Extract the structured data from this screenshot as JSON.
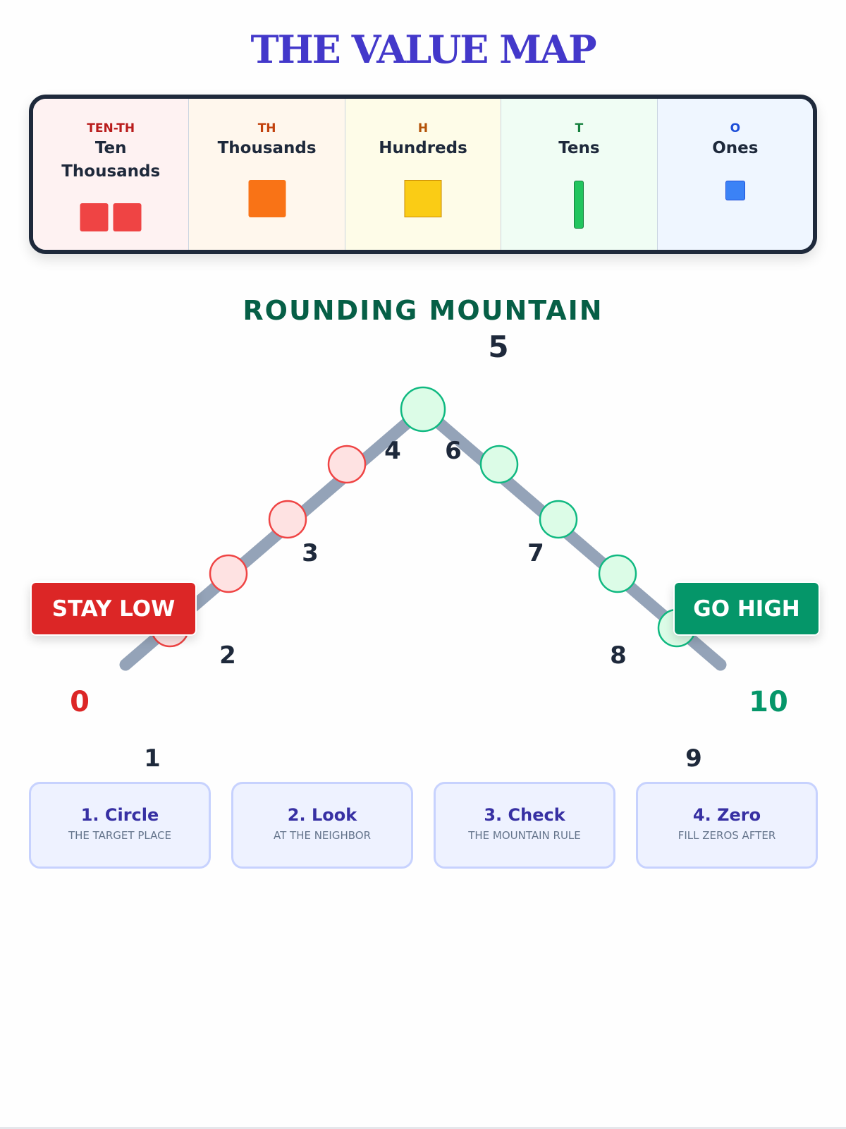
{
  "title": "THE VALUE MAP",
  "place_values": [
    {
      "abbr": "TEN-TH",
      "name": "Ten Thousands",
      "abbr_color": "#b91c1c",
      "bg": "#fef2f2",
      "block": "two-squares",
      "block_color": "#ef4444"
    },
    {
      "abbr": "TH",
      "name": "Thousands",
      "abbr_color": "#c2410c",
      "bg": "#fff7ed",
      "block": "square",
      "block_color": "#f97316"
    },
    {
      "abbr": "H",
      "name": "Hundreds",
      "abbr_color": "#b45309",
      "bg": "#fefce8",
      "block": "square-outlined",
      "block_color": "#facc15"
    },
    {
      "abbr": "T",
      "name": "Tens",
      "abbr_color": "#15803d",
      "bg": "#f0fdf4",
      "block": "rod",
      "block_color": "#22c55e"
    },
    {
      "abbr": "O",
      "name": "Ones",
      "abbr_color": "#1d4ed8",
      "bg": "#eff6ff",
      "block": "unit",
      "block_color": "#3b82f6"
    }
  ],
  "mountain": {
    "heading": "ROUNDING MOUNTAIN",
    "labels": [
      "0",
      "1",
      "2",
      "3",
      "4",
      "5",
      "6",
      "7",
      "8",
      "9",
      "10"
    ],
    "stay_low": "STAY LOW",
    "go_high": "GO HIGH",
    "low_color": "#dc2626",
    "high_color": "#059669"
  },
  "steps": [
    {
      "title": "1. Circle",
      "sub": "The target place"
    },
    {
      "title": "2. Look",
      "sub": "At the neighbor"
    },
    {
      "title": "3. Check",
      "sub": "The mountain rule"
    },
    {
      "title": "4. Zero",
      "sub": "Fill zeros after"
    }
  ]
}
